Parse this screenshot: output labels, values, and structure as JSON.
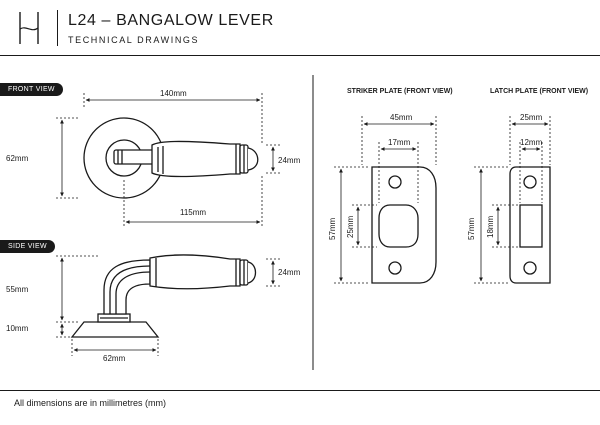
{
  "header": {
    "title": "L24 – BANGALOW LEVER",
    "subtitle": "TECHNICAL DRAWINGS"
  },
  "views": {
    "front": "FRONT VIEW",
    "side": "SIDE VIEW"
  },
  "plates": {
    "striker_title": "STRIKER PLATE (FRONT VIEW)",
    "latch_title": "LATCH PLATE (FRONT VIEW)"
  },
  "dimensions": {
    "front_width": "140mm",
    "front_height": "62mm",
    "front_grip": "24mm",
    "front_length": "115mm",
    "side_height": "55mm",
    "side_rose": "10mm",
    "side_width": "62mm",
    "side_grip": "24mm",
    "striker_width": "45mm",
    "striker_inner": "17mm",
    "striker_height": "57mm",
    "striker_inner_height": "25mm",
    "latch_width": "25mm",
    "latch_inner": "12mm",
    "latch_height": "57mm",
    "latch_inner_height": "18mm"
  },
  "footer": {
    "note": "All dimensions are in millimetres (mm)"
  }
}
